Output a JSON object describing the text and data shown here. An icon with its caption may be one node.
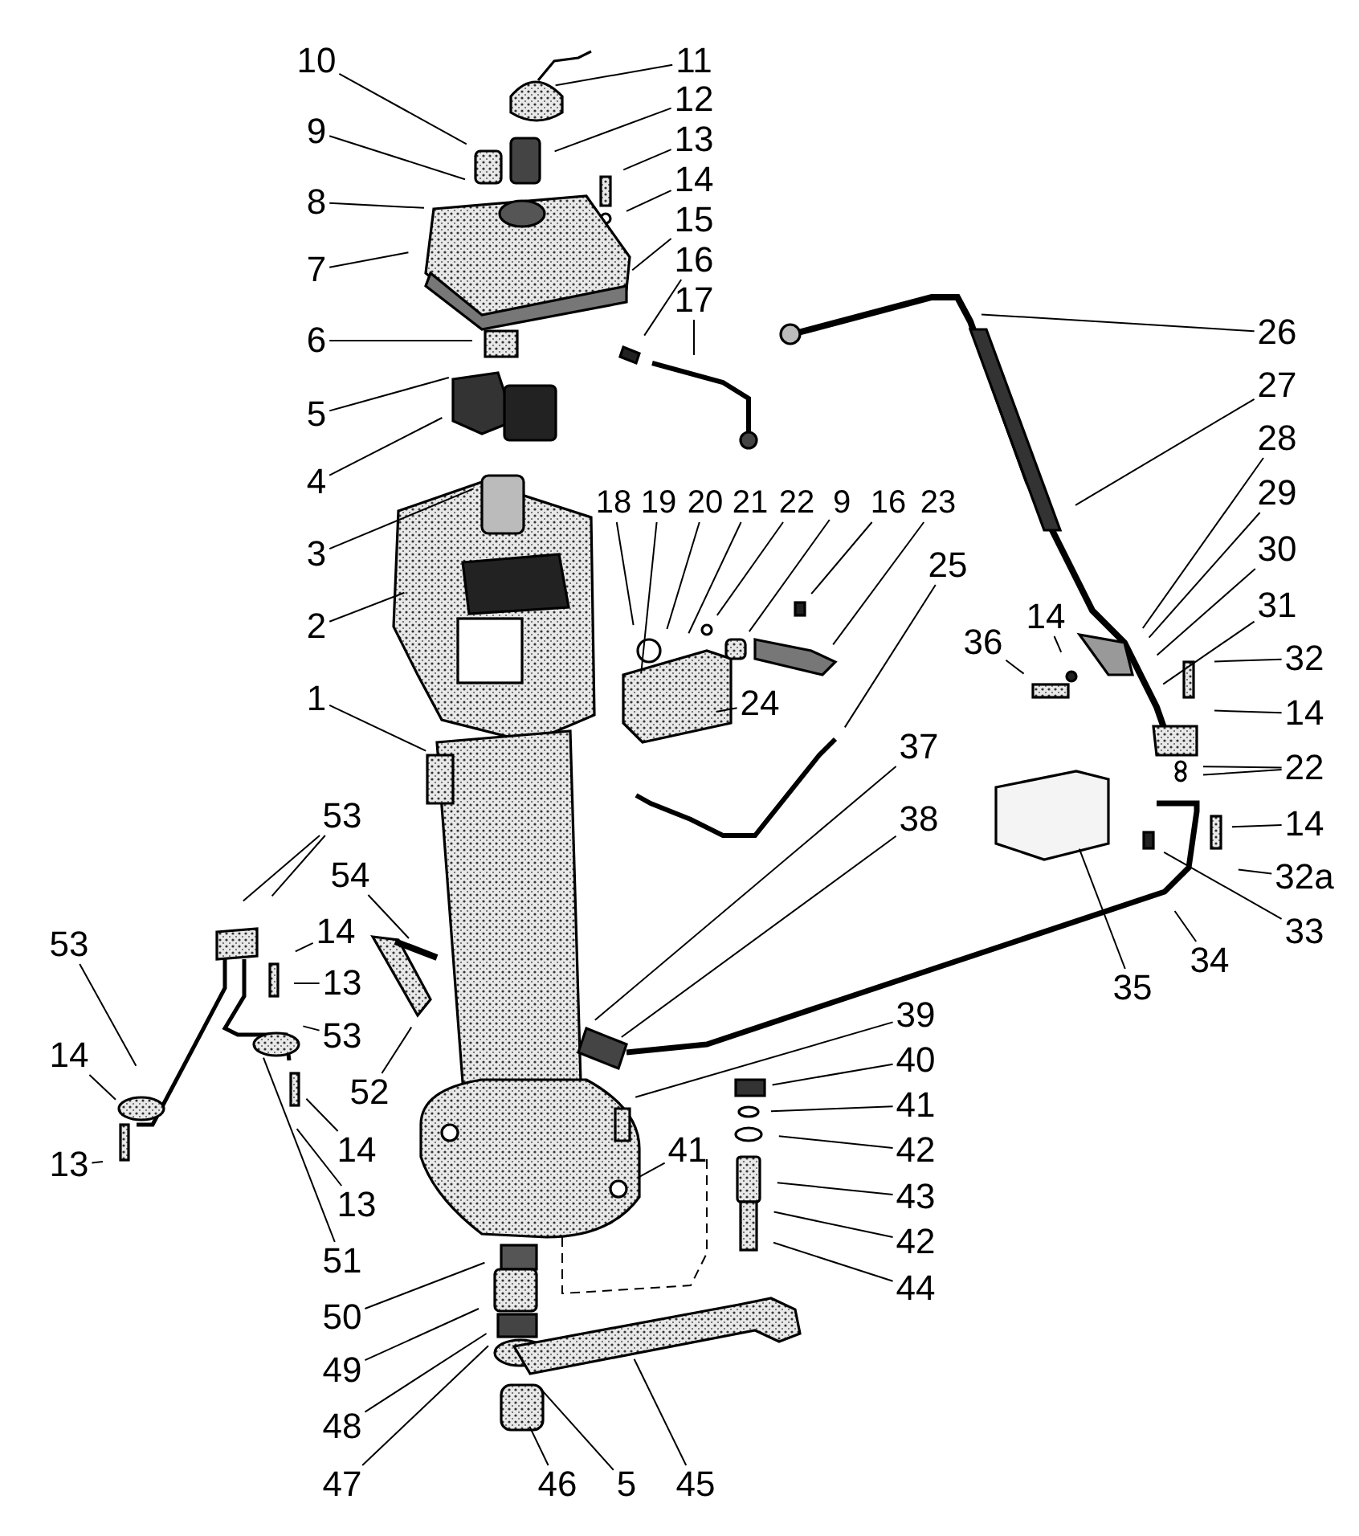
{
  "diagram": {
    "nodes": [
      {
        "text": [
          "10"
        ]
      },
      {
        "text": [
          "11"
        ]
      },
      {
        "text": [
          "12"
        ]
      },
      {
        "text": [
          "13"
        ]
      },
      {
        "text": [
          "14"
        ]
      },
      {
        "text": [
          "15"
        ]
      },
      {
        "text": [
          "16"
        ]
      },
      {
        "text": [
          "17"
        ]
      },
      {
        "text": [
          "9"
        ]
      },
      {
        "text": [
          "8"
        ]
      },
      {
        "text": [
          "7"
        ]
      },
      {
        "text": [
          "6"
        ]
      },
      {
        "text": [
          "5"
        ]
      },
      {
        "text": [
          "4"
        ]
      },
      {
        "text": [
          "3"
        ]
      },
      {
        "text": [
          "2"
        ]
      },
      {
        "text": [
          "1"
        ]
      },
      {
        "text": [
          "18"
        ]
      },
      {
        "text": [
          "19"
        ]
      },
      {
        "text": [
          "20"
        ]
      },
      {
        "text": [
          "21"
        ]
      },
      {
        "text": [
          "22"
        ]
      },
      {
        "text": [
          "9"
        ]
      },
      {
        "text": [
          "16"
        ]
      },
      {
        "text": [
          "23"
        ]
      },
      {
        "text": [
          "24"
        ]
      },
      {
        "text": [
          "25"
        ]
      },
      {
        "text": [
          "26"
        ]
      },
      {
        "text": [
          "27"
        ]
      },
      {
        "text": [
          "28"
        ]
      },
      {
        "text": [
          "29"
        ]
      },
      {
        "text": [
          "30"
        ]
      },
      {
        "text": [
          "31"
        ]
      },
      {
        "text": [
          "32"
        ]
      },
      {
        "text": [
          "14"
        ]
      },
      {
        "text": [
          "22"
        ]
      },
      {
        "text": [
          "14"
        ]
      },
      {
        "text": [
          "32а"
        ]
      },
      {
        "text": [
          "33"
        ]
      },
      {
        "text": [
          "34"
        ]
      },
      {
        "text": [
          "35"
        ]
      },
      {
        "text": [
          "36"
        ]
      },
      {
        "text": [
          "14"
        ]
      },
      {
        "text": [
          "37"
        ]
      },
      {
        "text": [
          "38"
        ]
      },
      {
        "text": [
          "39"
        ]
      },
      {
        "text": [
          "40"
        ]
      },
      {
        "text": [
          "41"
        ]
      },
      {
        "text": [
          "42"
        ]
      },
      {
        "text": [
          "43"
        ]
      },
      {
        "text": [
          "42"
        ]
      },
      {
        "text": [
          "44"
        ]
      },
      {
        "text": [
          "41"
        ]
      },
      {
        "text": [
          "45"
        ]
      },
      {
        "text": [
          "5"
        ]
      },
      {
        "text": [
          "46"
        ]
      },
      {
        "text": [
          "47"
        ]
      },
      {
        "text": [
          "48"
        ]
      },
      {
        "text": [
          "49"
        ]
      },
      {
        "text": [
          "50"
        ]
      },
      {
        "text": [
          "51"
        ]
      },
      {
        "text": [
          "13"
        ]
      },
      {
        "text": [
          "14"
        ]
      },
      {
        "text": [
          "52"
        ]
      },
      {
        "text": [
          "53"
        ]
      },
      {
        "text": [
          "13"
        ]
      },
      {
        "text": [
          "14"
        ]
      },
      {
        "text": [
          "54"
        ]
      },
      {
        "text": [
          "53"
        ]
      },
      {
        "text": [
          "53"
        ]
      },
      {
        "text": [
          "14"
        ]
      },
      {
        "text": [
          "13"
        ]
      }
    ],
    "edges": [
      {
        "from": 0,
        "to": null,
        "arrow": "none"
      },
      {
        "from": 1,
        "to": null,
        "arrow": "none"
      },
      {
        "from": 2,
        "to": null,
        "arrow": "none"
      },
      {
        "from": 3,
        "to": null,
        "arrow": "none"
      },
      {
        "from": 4,
        "to": null,
        "arrow": "none"
      },
      {
        "from": 5,
        "to": null,
        "arrow": "none"
      },
      {
        "from": 6,
        "to": null,
        "arrow": "none"
      },
      {
        "from": 7,
        "to": null,
        "arrow": "none"
      },
      {
        "from": 8,
        "to": null,
        "arrow": "none"
      },
      {
        "from": 9,
        "to": null,
        "arrow": "none"
      },
      {
        "from": 10,
        "to": null,
        "arrow": "none"
      },
      {
        "from": 11,
        "to": null,
        "arrow": "none"
      },
      {
        "from": 12,
        "to": null,
        "arrow": "none"
      },
      {
        "from": 13,
        "to": null,
        "arrow": "none"
      },
      {
        "from": 14,
        "to": null,
        "arrow": "none"
      },
      {
        "from": 15,
        "to": null,
        "arrow": "none"
      },
      {
        "from": 16,
        "to": null,
        "arrow": "none"
      },
      {
        "from": 17,
        "to": null,
        "arrow": "none"
      },
      {
        "from": 18,
        "to": null,
        "arrow": "none"
      },
      {
        "from": 19,
        "to": null,
        "arrow": "none"
      },
      {
        "from": 20,
        "to": null,
        "arrow": "none"
      },
      {
        "from": 21,
        "to": null,
        "arrow": "none"
      },
      {
        "from": 22,
        "to": null,
        "arrow": "none"
      },
      {
        "from": 23,
        "to": null,
        "arrow": "none"
      },
      {
        "from": 24,
        "to": null,
        "arrow": "none"
      },
      {
        "from": 25,
        "to": null,
        "arrow": "none"
      },
      {
        "from": 26,
        "to": null,
        "arrow": "none"
      },
      {
        "from": 27,
        "to": null,
        "arrow": "none"
      },
      {
        "from": 28,
        "to": null,
        "arrow": "none"
      },
      {
        "from": 29,
        "to": null,
        "arrow": "none"
      },
      {
        "from": 30,
        "to": null,
        "arrow": "none"
      },
      {
        "from": 31,
        "to": null,
        "arrow": "none"
      },
      {
        "from": 32,
        "to": null,
        "arrow": "none"
      },
      {
        "from": 33,
        "to": null,
        "arrow": "none"
      },
      {
        "from": 34,
        "to": null,
        "arrow": "none"
      },
      {
        "from": 35,
        "to": null,
        "arrow": "none"
      },
      {
        "from": 35,
        "to": null,
        "arrow": "none"
      },
      {
        "from": 36,
        "to": null,
        "arrow": "none"
      },
      {
        "from": 37,
        "to": null,
        "arrow": "none"
      },
      {
        "from": 38,
        "to": null,
        "arrow": "none"
      },
      {
        "from": 39,
        "to": null,
        "arrow": "none"
      },
      {
        "from": 40,
        "to": null,
        "arrow": "none"
      },
      {
        "from": 41,
        "to": null,
        "arrow": "none"
      },
      {
        "from": 42,
        "to": null,
        "arrow": "none"
      },
      {
        "from": 43,
        "to": null,
        "arrow": "none"
      },
      {
        "from": 44,
        "to": null,
        "arrow": "none"
      },
      {
        "from": 45,
        "to": null,
        "arrow": "none"
      },
      {
        "from": 46,
        "to": null,
        "arrow": "none"
      },
      {
        "from": 47,
        "to": null,
        "arrow": "none"
      },
      {
        "from": 48,
        "to": null,
        "arrow": "none"
      },
      {
        "from": 49,
        "to": null,
        "arrow": "none"
      },
      {
        "from": 50,
        "to": null,
        "arrow": "none"
      },
      {
        "from": 51,
        "to": null,
        "arrow": "none"
      },
      {
        "from": 52,
        "to": null,
        "arrow": "none"
      },
      {
        "from": 53,
        "to": null,
        "arrow": "none"
      },
      {
        "from": 54,
        "to": null,
        "arrow": "none"
      },
      {
        "from": 55,
        "to": null,
        "arrow": "none"
      },
      {
        "from": 56,
        "to": null,
        "arrow": "none"
      },
      {
        "from": 57,
        "to": null,
        "arrow": "none"
      },
      {
        "from": 58,
        "to": null,
        "arrow": "none"
      },
      {
        "from": 59,
        "to": null,
        "arrow": "none"
      },
      {
        "from": 60,
        "to": null,
        "arrow": "none"
      },
      {
        "from": 61,
        "to": null,
        "arrow": "none"
      },
      {
        "from": 62,
        "to": null,
        "arrow": "none"
      },
      {
        "from": 63,
        "to": null,
        "arrow": "none"
      },
      {
        "from": 64,
        "to": null,
        "arrow": "none"
      },
      {
        "from": 65,
        "to": null,
        "arrow": "none"
      },
      {
        "from": 66,
        "to": null,
        "arrow": "none"
      },
      {
        "from": 67,
        "to": null,
        "arrow": "none"
      },
      {
        "from": 68,
        "to": null,
        "arrow": "none"
      },
      {
        "from": 68,
        "to": null,
        "arrow": "none"
      },
      {
        "from": 69,
        "to": null,
        "arrow": "none"
      },
      {
        "from": 70,
        "to": null,
        "arrow": "none"
      },
      {
        "from": 71,
        "to": null,
        "arrow": "none"
      }
    ]
  }
}
